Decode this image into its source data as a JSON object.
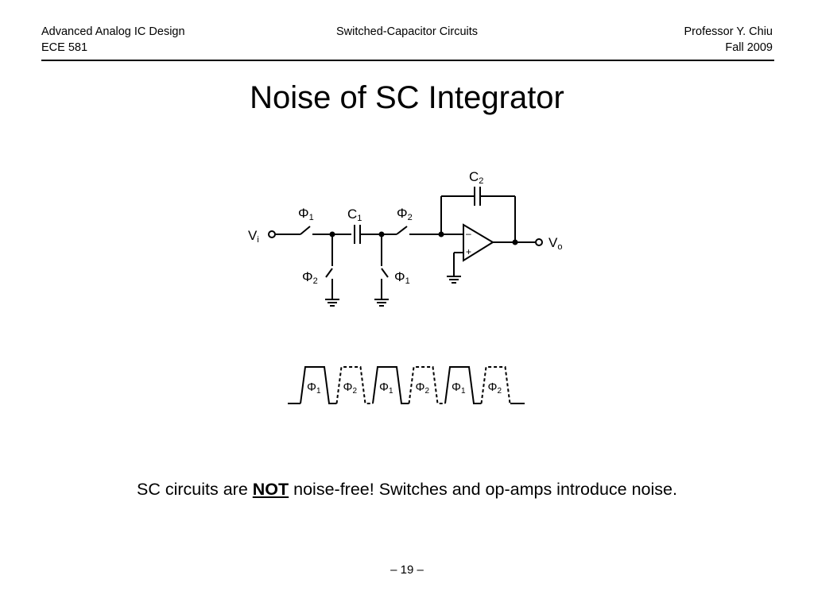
{
  "header": {
    "course_title": "Advanced Analog IC Design",
    "course_code": "ECE 581",
    "topic": "Switched-Capacitor Circuits",
    "instructor": "Professor Y. Chiu",
    "term": "Fall 2009"
  },
  "slide": {
    "title": "Noise of SC Integrator",
    "statement_before": "SC circuits are ",
    "statement_emphasis": "NOT",
    "statement_after": " noise-free! Switches and op-amps introduce noise.",
    "page_number": "– 19 –"
  },
  "circuit": {
    "input_label": {
      "main": "V",
      "sub": "i"
    },
    "output_label": {
      "main": "V",
      "sub": "o"
    },
    "c1_label": {
      "main": "C",
      "sub": "1"
    },
    "c2_label": {
      "main": "C",
      "sub": "2"
    },
    "switch_series_in": {
      "main": "Φ",
      "sub": "1"
    },
    "switch_series_out": {
      "main": "Φ",
      "sub": "2"
    },
    "switch_shunt_left": {
      "main": "Φ",
      "sub": "2"
    },
    "switch_shunt_right": {
      "main": "Φ",
      "sub": "1"
    },
    "opamp_minus": "–",
    "opamp_plus": "+"
  },
  "clock": {
    "phases": [
      {
        "main": "Φ",
        "sub": "1",
        "style": "solid"
      },
      {
        "main": "Φ",
        "sub": "2",
        "style": "dashed"
      },
      {
        "main": "Φ",
        "sub": "1",
        "style": "solid"
      },
      {
        "main": "Φ",
        "sub": "2",
        "style": "dashed"
      },
      {
        "main": "Φ",
        "sub": "1",
        "style": "solid"
      },
      {
        "main": "Φ",
        "sub": "2",
        "style": "dashed"
      }
    ]
  }
}
